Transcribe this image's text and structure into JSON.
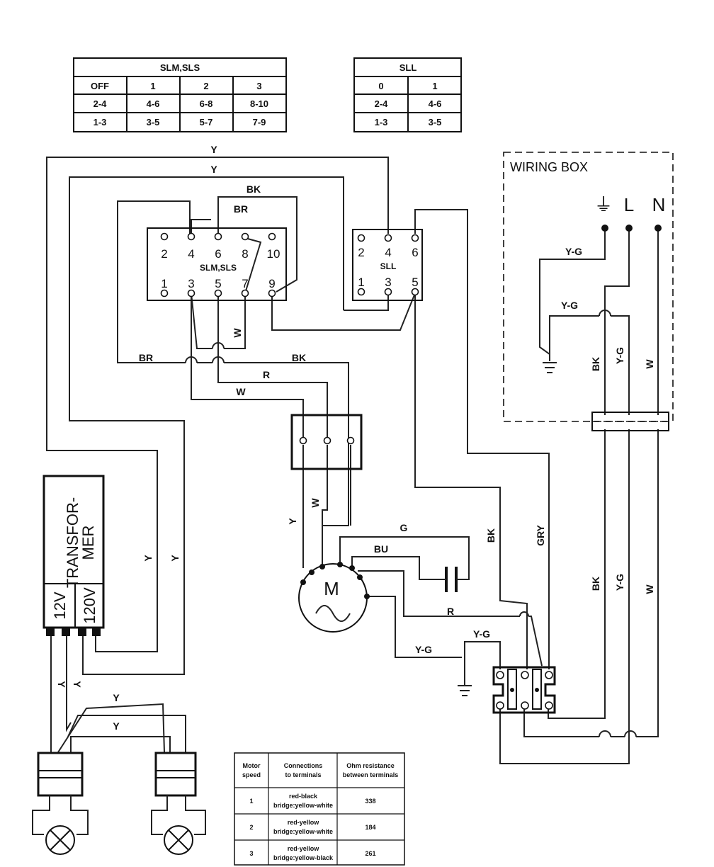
{
  "slm_table": {
    "title": "SLM,SLS",
    "headers": [
      "OFF",
      "1",
      "2",
      "3"
    ],
    "rows": [
      [
        "2-4",
        "4-6",
        "6-8",
        "8-10"
      ],
      [
        "1-3",
        "3-5",
        "5-7",
        "7-9"
      ]
    ]
  },
  "sll_table": {
    "title": "SLL",
    "headers": [
      "0",
      "1"
    ],
    "rows": [
      [
        "2-4",
        "4-6"
      ],
      [
        "1-3",
        "3-5"
      ]
    ]
  },
  "slm_switch": {
    "label": "SLM,SLS",
    "top_numbers": [
      "2",
      "4",
      "6",
      "8",
      "10"
    ],
    "bottom_numbers": [
      "1",
      "3",
      "5",
      "7",
      "9"
    ]
  },
  "sll_switch": {
    "label": "SLL",
    "top_numbers": [
      "2",
      "4",
      "6"
    ],
    "bottom_numbers": [
      "1",
      "3",
      "5"
    ]
  },
  "wiring_box": {
    "title": "WIRING BOX",
    "ground_symbol": "⏚",
    "line_label": "L",
    "neutral_label": "N"
  },
  "transformer": {
    "name_line1": "TRANSFOR-",
    "name_line2": "MER",
    "low_voltage": "12V",
    "high_voltage": "120V"
  },
  "motor": {
    "label": "M",
    "symbol": "~"
  },
  "wire_labels": {
    "top_y1": "Y",
    "top_y2": "Y",
    "bk_top": "BK",
    "br_top": "BR",
    "w_switch": "W",
    "br_mid": "BR",
    "bk_mid": "BK",
    "r_mid": "R",
    "w_mid": "W",
    "y_motor": "Y",
    "w_motor": "W",
    "g_cap": "G",
    "bu_cap": "BU",
    "y_left1": "Y",
    "y_left2": "Y",
    "bk_right": "BK",
    "gry_right": "GRY",
    "r_terminal": "R",
    "yg_terminal1": "Y-G",
    "yg_terminal2": "Y-G",
    "y_lamp1": "Y",
    "y_lamp2": "Y",
    "y_trans1": "Y",
    "y_trans2": "Y",
    "yg_box1": "Y-G",
    "yg_box2": "Y-G",
    "bk_box": "BK",
    "yg_box_v": "Y-G",
    "w_box": "W",
    "bk_low": "BK",
    "yg_low": "Y-G",
    "w_low": "W"
  },
  "resistance_table": {
    "headers": [
      [
        "Motor",
        "speed"
      ],
      [
        "Connections",
        "to terminals"
      ],
      [
        "Ohm resistance",
        "between terminals"
      ]
    ],
    "rows": [
      {
        "speed": "1",
        "conn1": "red-black",
        "conn2": "bridge:yellow-white",
        "ohm": "338"
      },
      {
        "speed": "2",
        "conn1": "red-yellow",
        "conn2": "bridge:yellow-white",
        "ohm": "184"
      },
      {
        "speed": "3",
        "conn1": "red-yellow",
        "conn2": "bridge:yellow-black",
        "ohm": "261"
      }
    ]
  }
}
